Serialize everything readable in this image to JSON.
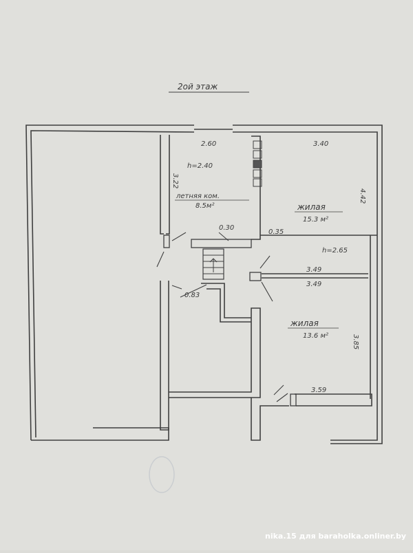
{
  "title": "2ой этаж",
  "rooms": {
    "summer_room": {
      "name": "летняя ком.",
      "area": "8.5м²",
      "height": "h=2.40"
    },
    "living_room_1": {
      "name": "жилая",
      "area": "15.3 м²",
      "height": "h=2.65"
    },
    "living_room_2": {
      "name": "жилая",
      "area": "13.6 м²"
    }
  },
  "dimensions": {
    "summer_top": "2.60",
    "summer_side": "3.22",
    "living1_top": "3.40",
    "living1_side": "4.42",
    "partition_top": "3.49",
    "partition_bottom": "3.49",
    "living2_side": "3.85",
    "living2_bottom": "3.59",
    "stair_a": "0.30",
    "stair_b": "0.35",
    "stair_c": "0.83"
  },
  "watermark": "nika.15 для baraholka.onliner.by",
  "colors": {
    "paper": "#dcdcd8",
    "ink": "#3f3f3f",
    "watermark": "#ffffff"
  }
}
